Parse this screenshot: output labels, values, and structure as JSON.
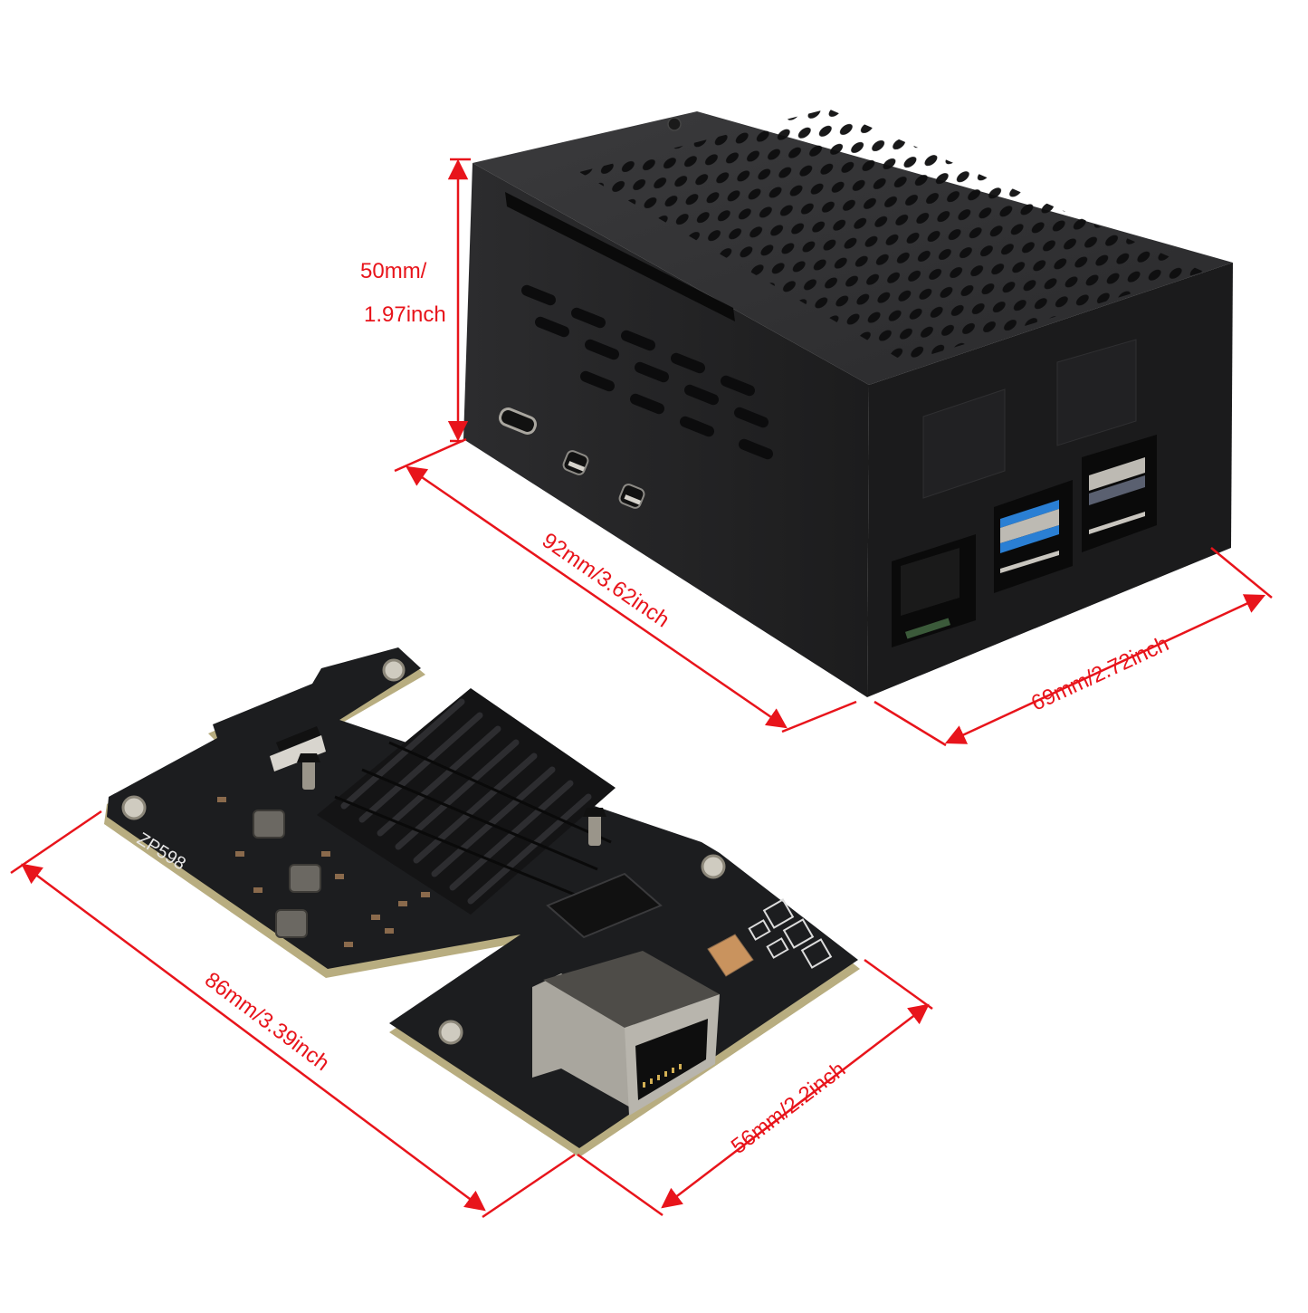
{
  "colors": {
    "dimension": "#e8141b",
    "case_top": "#2e2e30",
    "case_front": "#222224",
    "case_side": "#1a1a1b",
    "pcb": "#1c1d1f",
    "pcb_edge": "#b8ad80",
    "usb3_blue": "#2a7fd4",
    "metal": "#bdbab3",
    "capacitor": "#c9935e",
    "background": "#ffffff"
  },
  "case": {
    "name": "Metal case",
    "ports_side": [
      "USB-C power",
      "micro HDMI",
      "micro HDMI"
    ],
    "ports_rear": [
      "Ethernet RJ45",
      "USB 3.0 x2",
      "USB 2.0 x2"
    ]
  },
  "board": {
    "silkscreen": "ZP598",
    "components": [
      "Heatsink",
      "RJ45 Ethernet jack",
      "Ethernet controller IC",
      "Capacitor",
      "Inductors"
    ]
  },
  "dimensions": {
    "case_height": {
      "line1": "50mm/",
      "line2": "1.97inch"
    },
    "case_length": "92mm/3.62inch",
    "case_width": "69mm/2.72inch",
    "board_length": "86mm/3.39inch",
    "board_width": "56mm/2.2inch"
  }
}
